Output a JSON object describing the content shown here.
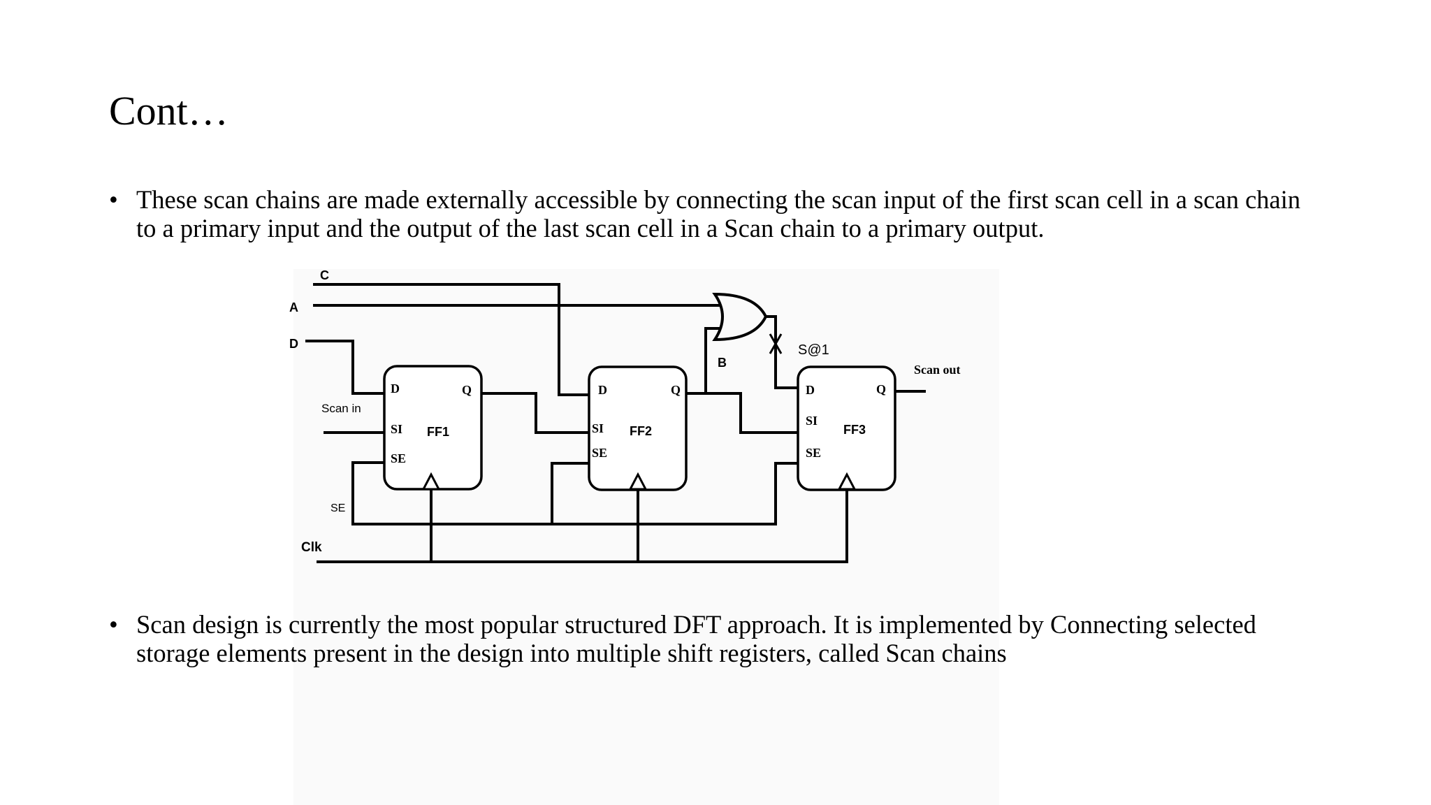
{
  "slide": {
    "title": "Cont…",
    "bullet_char": "•",
    "bullets": [
      "These scan chains are made externally accessible by connecting the scan input of the first scan cell in a scan chain to a primary input and the output of the last scan cell in a Scan chain to a primary output.",
      "Scan design is currently the most popular structured DFT approach. It is implemented by Connecting selected storage elements present in the design into multiple shift registers, called Scan chains"
    ]
  },
  "diagram": {
    "inputs": {
      "c": "C",
      "a": "A",
      "d": "D",
      "scan_in": "Scan in",
      "se": "SE",
      "clk": "Clk"
    },
    "net_b": "B",
    "fault": "S@1",
    "output": "Scan out",
    "flip_flops": [
      {
        "name": "FF1",
        "d": "D",
        "q": "Q",
        "si": "SI",
        "se": "SE"
      },
      {
        "name": "FF2",
        "d": "D",
        "q": "Q",
        "si": "SI",
        "se": "SE"
      },
      {
        "name": "FF3",
        "d": "D",
        "q": "Q",
        "si": "SI",
        "se": "SE"
      }
    ]
  }
}
